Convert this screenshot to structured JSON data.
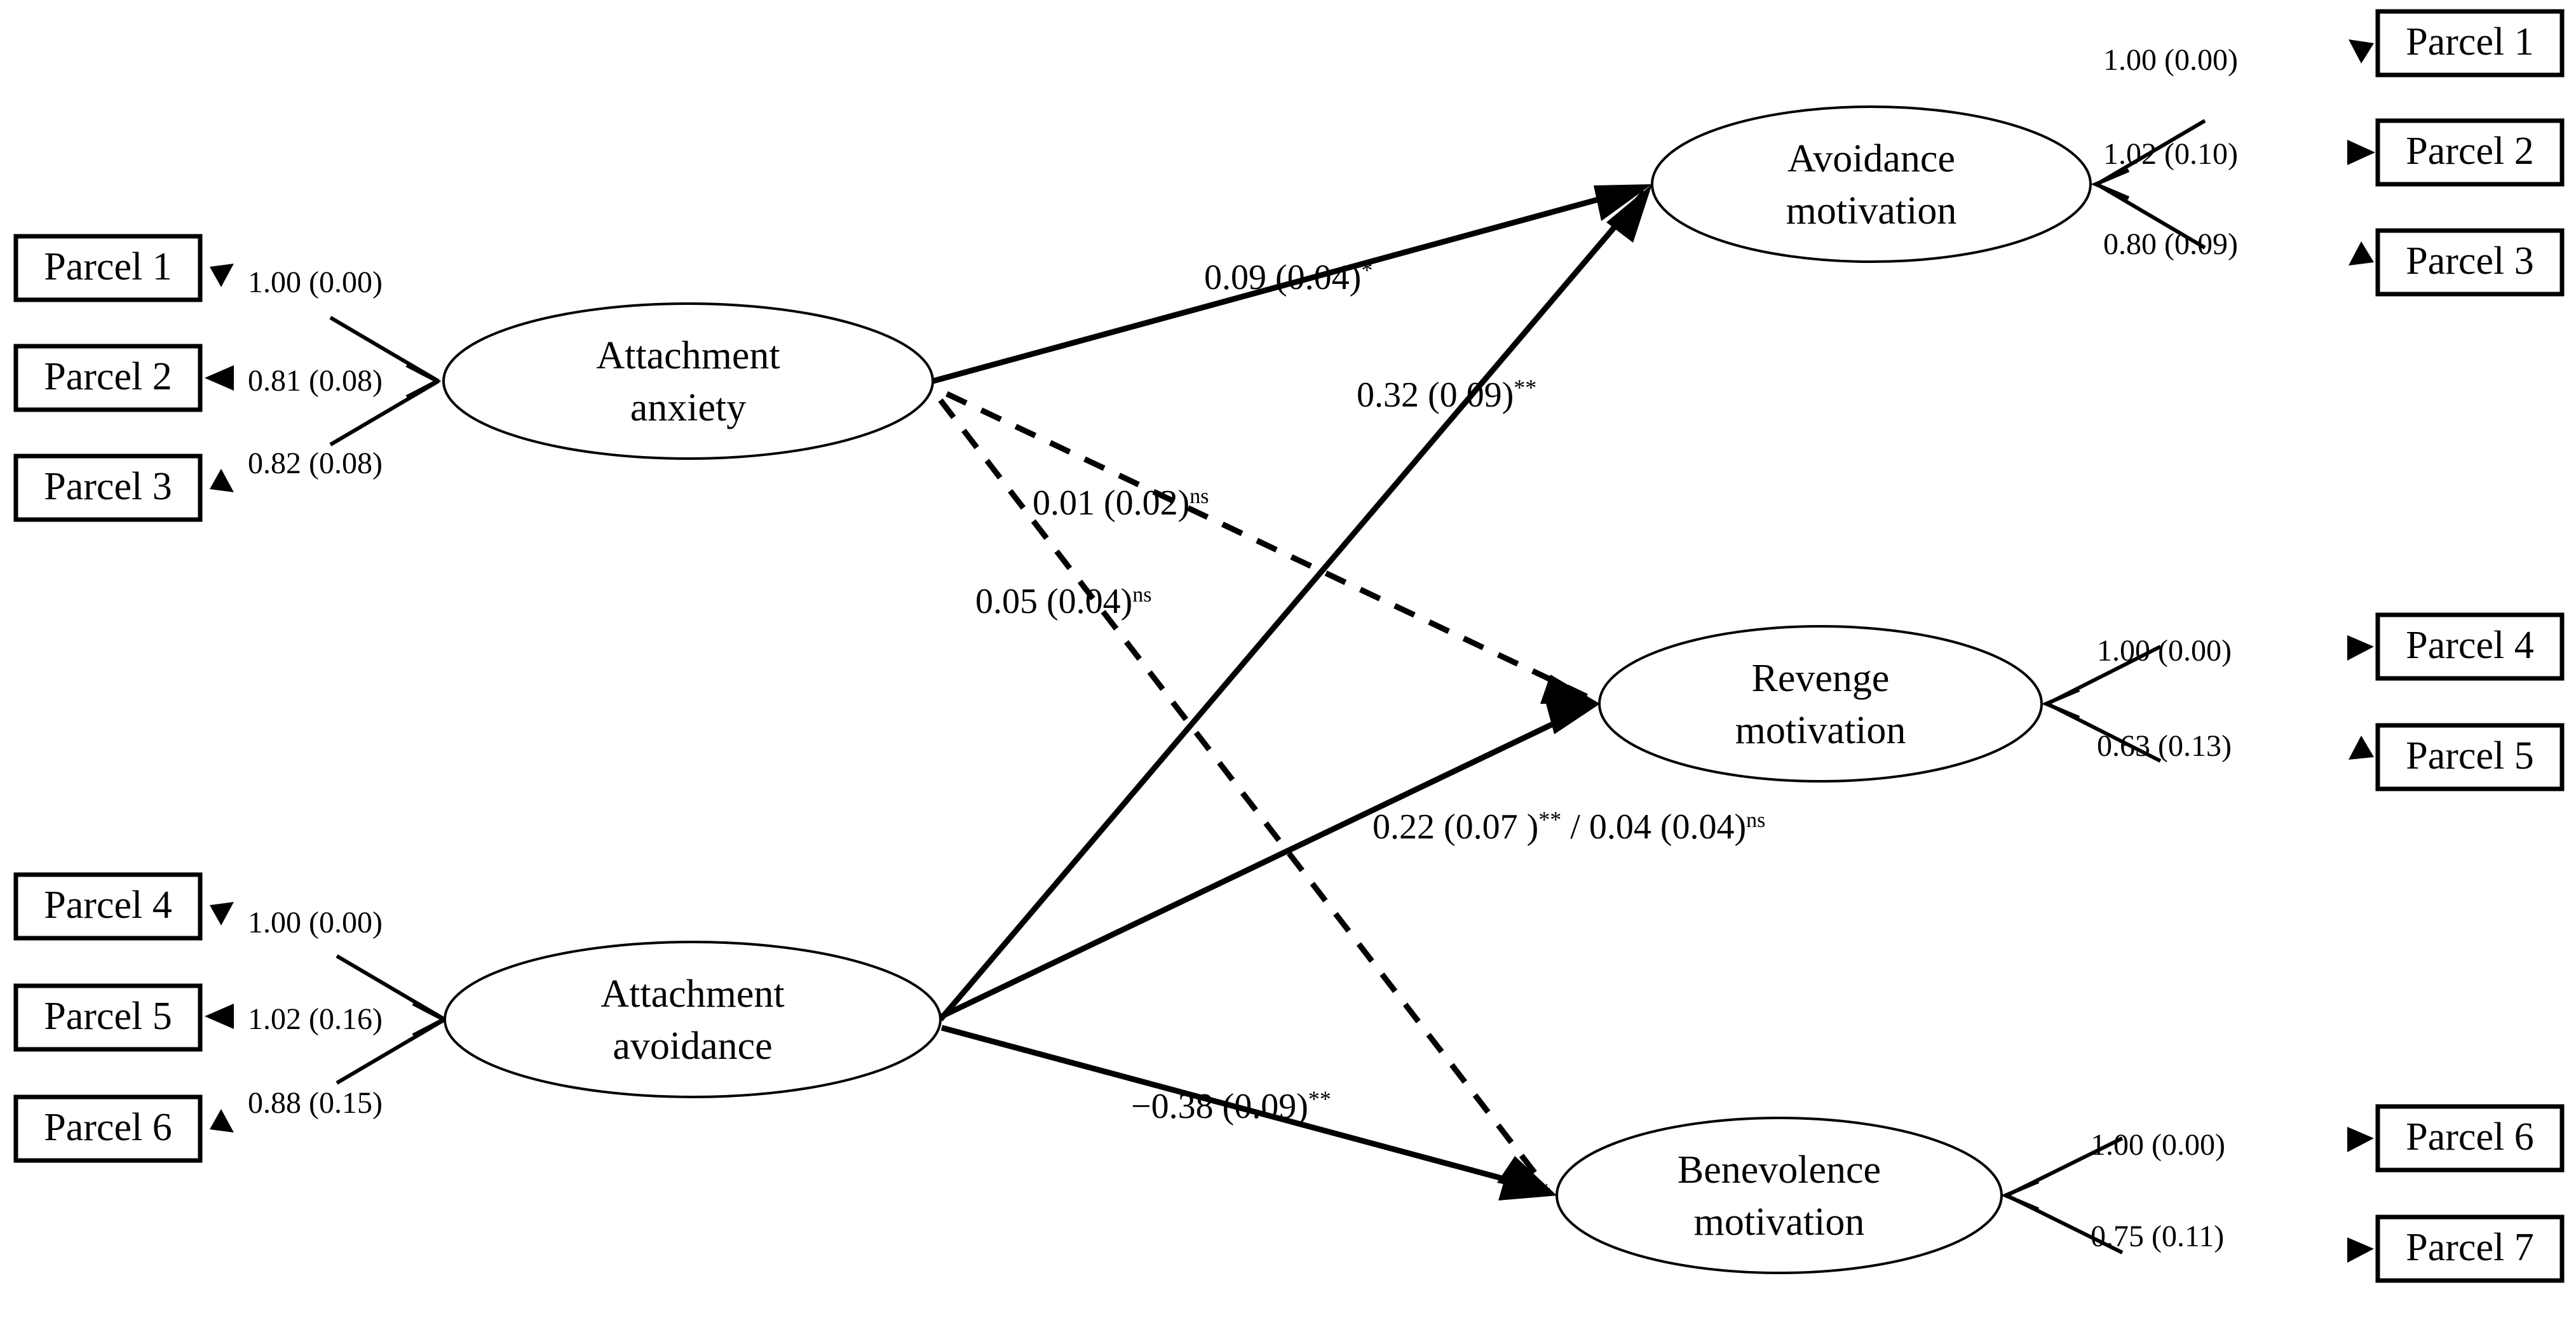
{
  "diagram": {
    "title": "Structural equation model of attachment and forgiveness motivations",
    "type": "path-diagram",
    "background_color": "#ffffff",
    "line_color": "#000000"
  },
  "latent_variables": [
    {
      "id": "attachment-anxiety",
      "label_line1": "Attachment",
      "label_line2": "anxiety"
    },
    {
      "id": "attachment-avoidance",
      "label_line1": "Attachment",
      "label_line2": "avoidance"
    },
    {
      "id": "avoidance-motivation",
      "label_line1": "Avoidance",
      "label_line2": "motivation"
    },
    {
      "id": "revenge-motivation",
      "label_line1": "Revenge",
      "label_line2": "motivation"
    },
    {
      "id": "benevolence-motivation",
      "label_line1": "Benevolence",
      "label_line2": "motivation"
    }
  ],
  "indicators": {
    "attachment_anxiety": [
      {
        "label": "Parcel 1",
        "loading": "1.00 (0.00)"
      },
      {
        "label": "Parcel 2",
        "loading": "0.81 (0.08)"
      },
      {
        "label": "Parcel 3",
        "loading": "0.82 (0.08)"
      }
    ],
    "attachment_avoidance": [
      {
        "label": "Parcel 4",
        "loading": "1.00 (0.00)"
      },
      {
        "label": "Parcel 5",
        "loading": "1.02 (0.16)"
      },
      {
        "label": "Parcel 6",
        "loading": "0.88 (0.15)"
      }
    ],
    "avoidance_motivation": [
      {
        "label": "Parcel 1",
        "loading": "1.00 (0.00)"
      },
      {
        "label": "Parcel 2",
        "loading": "1.02 (0.10)"
      },
      {
        "label": "Parcel 3",
        "loading": "0.80 (0.09)"
      }
    ],
    "revenge_motivation": [
      {
        "label": "Parcel 4",
        "loading": "1.00 (0.00)"
      },
      {
        "label": "Parcel 5",
        "loading": "0.63 (0.13)"
      }
    ],
    "benevolence_motivation": [
      {
        "label": "Parcel 6",
        "loading": "1.00 (0.00)"
      },
      {
        "label": "Parcel 7",
        "loading": "0.75 (0.11)"
      }
    ]
  },
  "structural_paths": [
    {
      "id": "anxiety-to-avoidance-motivation",
      "estimate": "0.09 (0.04)",
      "significance": "*",
      "line_style": "solid",
      "from": "attachment-anxiety",
      "to": "avoidance-motivation"
    },
    {
      "id": "avoidance-to-avoidance-motivation",
      "estimate": "0.32 (0.09)",
      "significance": "**",
      "line_style": "solid",
      "from": "attachment-avoidance",
      "to": "avoidance-motivation"
    },
    {
      "id": "anxiety-to-revenge-motivation",
      "estimate": "0.01 (0.02)",
      "significance": "ns",
      "line_style": "dashed",
      "from": "attachment-anxiety",
      "to": "revenge-motivation"
    },
    {
      "id": "anxiety-to-benevolence-motivation",
      "estimate": "0.05 (0.04)",
      "significance": "ns",
      "line_style": "dashed",
      "from": "attachment-anxiety",
      "to": "benevolence-motivation"
    },
    {
      "id": "avoidance-to-revenge-motivation",
      "estimate_a": "0.22 (0.07 )",
      "significance_a": "**",
      "separator": " / ",
      "estimate_b": "0.04 (0.04)",
      "significance_b": "ns",
      "line_style": "solid",
      "from": "attachment-avoidance",
      "to": "revenge-motivation"
    },
    {
      "id": "avoidance-to-benevolence-motivation",
      "estimate": "−0.38 (0.09)",
      "significance": "**",
      "line_style": "solid",
      "from": "attachment-avoidance",
      "to": "benevolence-motivation"
    }
  ],
  "coefficient_labels": {
    "p1": "0.09 (0.04)",
    "p1_sup": "*",
    "p2": "0.32 (0.09)",
    "p2_sup": "**",
    "p3": "0.01 (0.02)",
    "p3_sup": "ns",
    "p4": "0.05 (0.04)",
    "p4_sup": "ns",
    "p5a": "0.22 (0.07 )",
    "p5a_sup": "**",
    "p5_sep": " / ",
    "p5b": "0.04 (0.04)",
    "p5b_sup": "ns",
    "p6": "−0.38 (0.09)",
    "p6_sup": "**"
  }
}
